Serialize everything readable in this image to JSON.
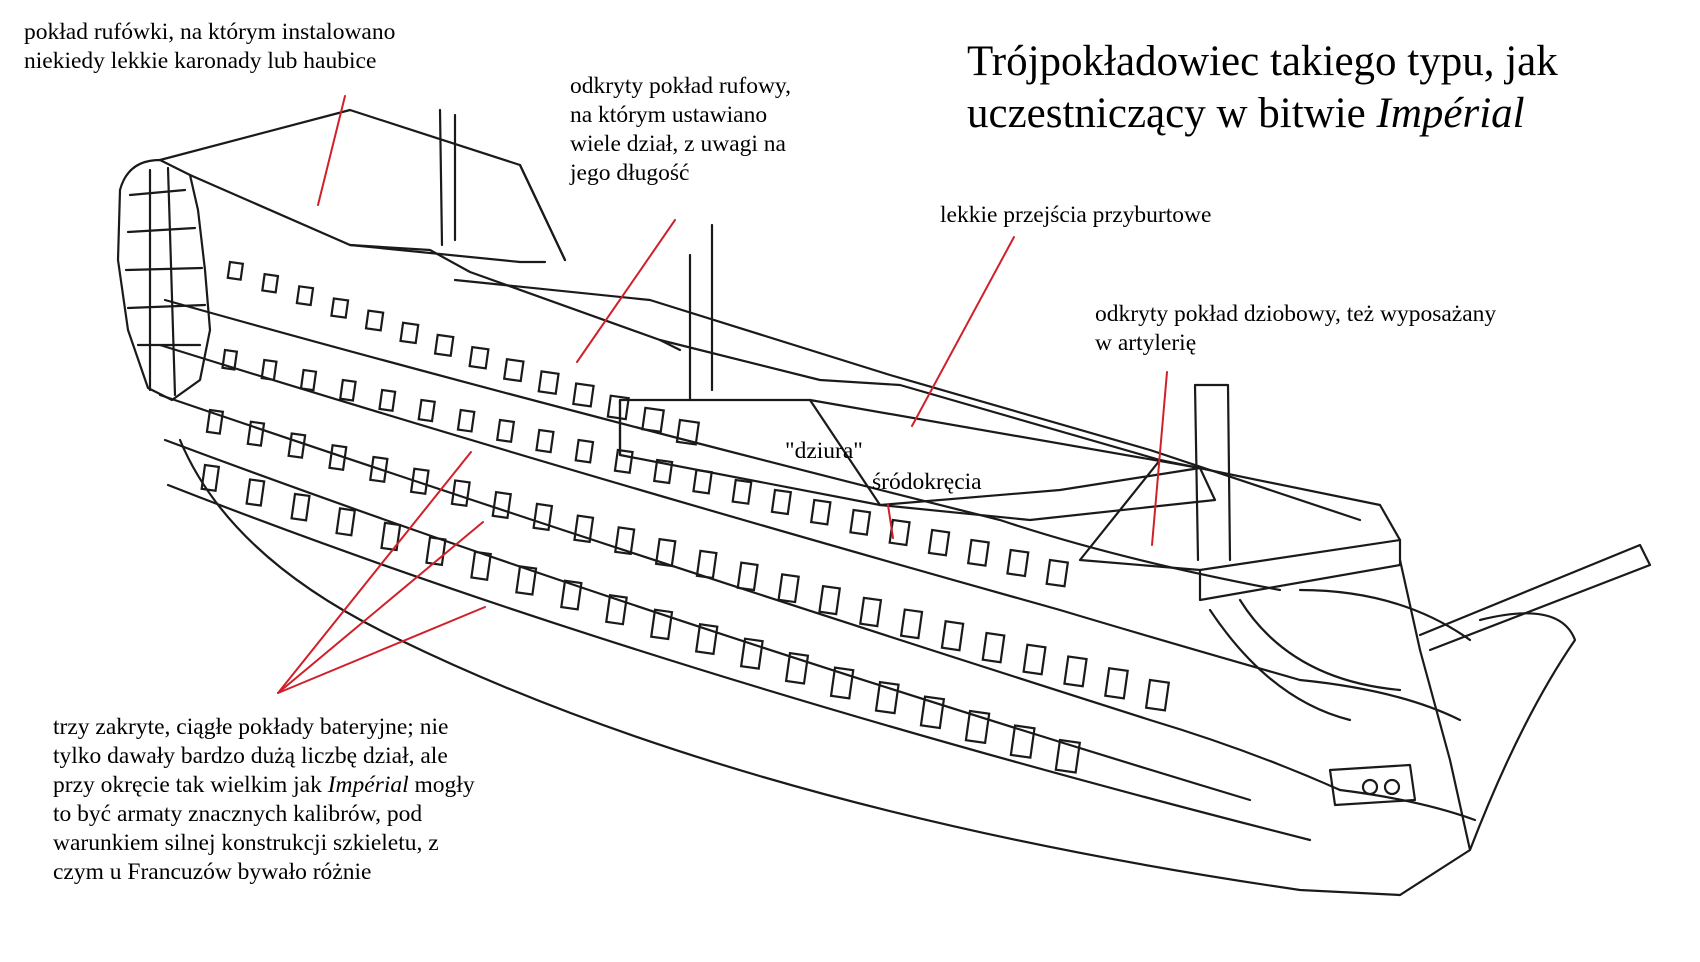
{
  "title": {
    "line1": "Trójpokładowiec takiego typu, jak",
    "line2_prefix": "uczestniczący w bitwie ",
    "line2_italic": "Impérial"
  },
  "labels": {
    "poop_deck": [
      "pokład rufówki, na którym instalowano",
      "niekiedy lekkie karonady lub haubice"
    ],
    "quarterdeck": [
      "odkryty pokład rufowy,",
      "na którym ustawiano",
      "wiele dział, z uwagi na",
      "jego długość"
    ],
    "gangways": "lekkie przejścia przyburtowe",
    "forecastle": [
      "odkryty pokład dziobowy, też wyposażany",
      "w artylerię"
    ],
    "waist": [
      "\"dziura\"",
      "śródokręcia"
    ],
    "gun_decks": {
      "lines": [
        "trzy zakryte, ciągłe pokłady bateryjne; nie",
        "tylko dawały bardzo dużą liczbę dział, ale"
      ],
      "line3_prefix": "przy okręcie tak wielkim jak ",
      "line3_italic": "Impérial",
      "line3_suffix": " mogły",
      "lines_after": [
        "to być armaty znacznych kalibrów, pod",
        "warunkiem silnej konstrukcji szkieletu, z",
        "czym u Francuzów bywało różnie"
      ]
    }
  },
  "colors": {
    "leader_line": "#d0202a",
    "ink": "#1a1a1a",
    "background": "#ffffff"
  }
}
